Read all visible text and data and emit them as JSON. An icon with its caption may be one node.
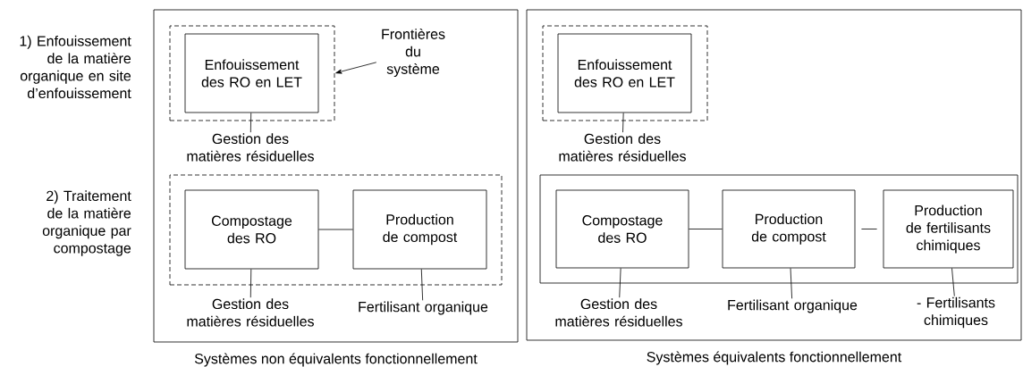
{
  "diagram": {
    "nodes": [
      {
        "text": [],
        "shape": "box",
        "beside": [
          "Systèmes non équivalents fonctionnellement"
        ]
      },
      {
        "text": [],
        "shape": "box",
        "in": 0
      },
      {
        "text": [
          "Enfouissement des RO en LET"
        ],
        "in": 1
      },
      {
        "text": [],
        "shape": "box",
        "in": 0
      },
      {
        "text": [
          "Compostage des RO"
        ],
        "in": 3
      },
      {
        "text": [
          "Production de compost"
        ],
        "in": 3
      },
      {
        "text": [
          "Frontières du système"
        ],
        "in": 0
      },
      {
        "text": [
          "Gestion des matières résiduelles"
        ],
        "in": 0
      },
      {
        "text": [
          "Gestion des matières résiduelles"
        ],
        "in": 0
      },
      {
        "text": [
          "Fertilisant organique"
        ],
        "in": 0
      },
      {
        "text": [],
        "shape": "box",
        "beside": [
          "Systèmes équivalents fonctionnellement"
        ]
      },
      {
        "text": [],
        "shape": "box",
        "in": 10
      },
      {
        "text": [
          "Enfouissement des RO en LET"
        ],
        "in": 11
      },
      {
        "text": [
          "Gestion des matières résiduelles"
        ],
        "in": 10
      },
      {
        "text": [],
        "shape": "box",
        "in": 10
      },
      {
        "text": [
          "Compostage des RO"
        ],
        "in": 14
      },
      {
        "text": [
          "Production de compost"
        ],
        "in": 14
      },
      {
        "text": [
          "Production de fertilisants chimiques"
        ],
        "in": 14
      },
      {
        "text": [
          "Gestion des matières résiduelles"
        ],
        "in": 10
      },
      {
        "text": [
          "Fertilisant organique"
        ],
        "in": 10
      },
      {
        "text": [
          "- Fertilisants chimiques"
        ],
        "in": 10
      }
    ],
    "edges": [
      {
        "from": 6,
        "to": 1,
        "arrow": "to"
      },
      {
        "from": 2,
        "to": 7,
        "arrow": "none"
      },
      {
        "from": 4,
        "to": 5,
        "arrow": "none"
      },
      {
        "from": 4,
        "to": 8,
        "arrow": "none"
      },
      {
        "from": 5,
        "to": 9,
        "arrow": "none"
      },
      {
        "from": 12,
        "to": 13,
        "arrow": "none"
      },
      {
        "from": 15,
        "to": 16,
        "arrow": "none"
      },
      {
        "from": 16,
        "to": 17,
        "arrow": "none"
      },
      {
        "from": 15,
        "to": 18,
        "arrow": "none"
      },
      {
        "from": 16,
        "to": 19,
        "arrow": "none"
      },
      {
        "from": 17,
        "to": 20,
        "arrow": "none"
      }
    ],
    "labels": [
      "1) Enfouissement de la matière organique en site d’enfouissement",
      "2) Traitement de la matière organique par compostage"
    ]
  }
}
